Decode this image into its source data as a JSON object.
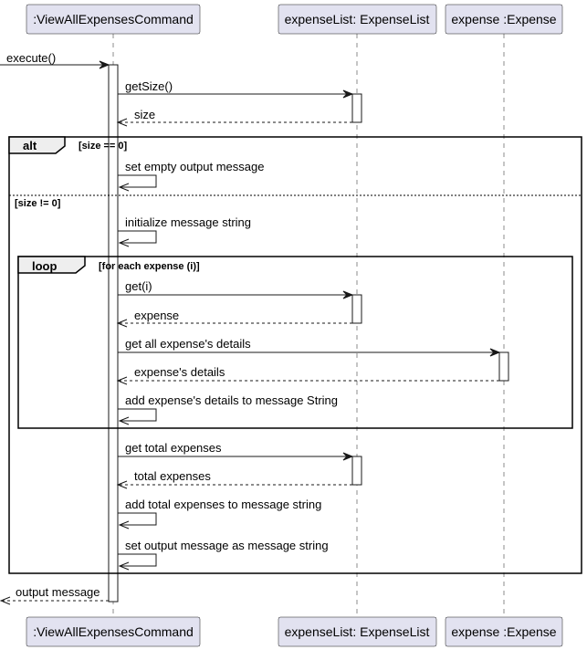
{
  "participants": [
    {
      "id": "cmd",
      "label": ":ViewAllExpensesCommand"
    },
    {
      "id": "list",
      "label": "expenseList: ExpenseList"
    },
    {
      "id": "exp",
      "label": "expense :Expense"
    }
  ],
  "messages": {
    "execute": "execute()",
    "get_size": "getSize()",
    "size": "size",
    "set_empty": "set empty output message",
    "init_msg": "initialize message string",
    "get_i": "get(i)",
    "expense": "expense",
    "get_details": "get all expense's details",
    "details": "expense's details",
    "add_details": "add expense's details to message String",
    "get_total": "get total expenses",
    "total": "total expenses",
    "add_total": "add total expenses to message string",
    "set_output": "set output message as message string",
    "output": "output message"
  },
  "frames": {
    "alt": {
      "label": "alt",
      "guard_1": "[size == 0]",
      "guard_2": "[size != 0]"
    },
    "loop": {
      "label": "loop",
      "guard": "[for each expense (i)]"
    }
  }
}
